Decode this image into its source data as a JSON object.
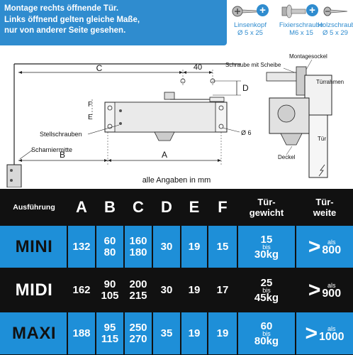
{
  "banner": {
    "lines": [
      "Montage rechts öffnende Tür.",
      "Links  öffnend gelten gleiche Maße,",
      "nur von anderer Seite gesehen."
    ],
    "bg_color": "#2f8ccf"
  },
  "parts": [
    {
      "name": "Linsenkopf",
      "size": "Ø 5 x 25",
      "icon": "lens-head-screw-icon"
    },
    {
      "name": "Fixierschraube",
      "size": "M6 x 15",
      "icon": "fixing-screw-icon"
    },
    {
      "name": "Holzschraube",
      "size": "Ø 5 x 29",
      "icon": "wood-screw-icon"
    }
  ],
  "drawing": {
    "dim_c": "C",
    "dim_40": "40",
    "dim_d": "D",
    "dim_f": "F",
    "dim_e": "E",
    "dim_b": "B",
    "dim_a": "A",
    "label_stellschrauben": "Stellschrauben",
    "label_scharniermitte": "Scharniermitte",
    "label_bohrung": "Ø 6",
    "label_schraube_scheibe": "Schraube mit Scheibe",
    "label_montagesockel": "Montagesockel",
    "label_tuerrahmen": "Türrahmen",
    "label_tuer": "Tür",
    "label_deckel": "Deckel"
  },
  "caption": "alle Angaben in mm",
  "table": {
    "headers": [
      "Ausführung",
      "A",
      "B",
      "C",
      "D",
      "E",
      "F",
      "Tür-\ngewicht",
      "Tür-\nweite"
    ],
    "header_weight": [
      "Tür-",
      "gewicht"
    ],
    "header_width": [
      "Tür-",
      "weite"
    ],
    "rows": [
      {
        "name": "MINI",
        "a": "132",
        "b": [
          "60",
          "80"
        ],
        "c": [
          "160",
          "180"
        ],
        "d": "30",
        "e": "19",
        "f": "15",
        "weight": {
          "from": "15",
          "sep": "bis",
          "to": "30kg"
        },
        "width": {
          "sep": "als",
          "value": "800"
        },
        "color": "#1e8fd8"
      },
      {
        "name": "MIDI",
        "a": "162",
        "b": [
          "90",
          "105"
        ],
        "c": [
          "200",
          "215"
        ],
        "d": "30",
        "e": "19",
        "f": "17",
        "weight": {
          "from": "25",
          "sep": "bis",
          "to": "45kg"
        },
        "width": {
          "sep": "als",
          "value": "900"
        },
        "color": "#111111"
      },
      {
        "name": "MAXI",
        "a": "188",
        "b": [
          "95",
          "115"
        ],
        "c": [
          "250",
          "270"
        ],
        "d": "35",
        "e": "19",
        "f": "19",
        "weight": {
          "from": "60",
          "sep": "bis",
          "to": "80kg"
        },
        "width": {
          "sep": "als",
          "value": "1000"
        },
        "color": "#1e8fd8"
      }
    ]
  }
}
